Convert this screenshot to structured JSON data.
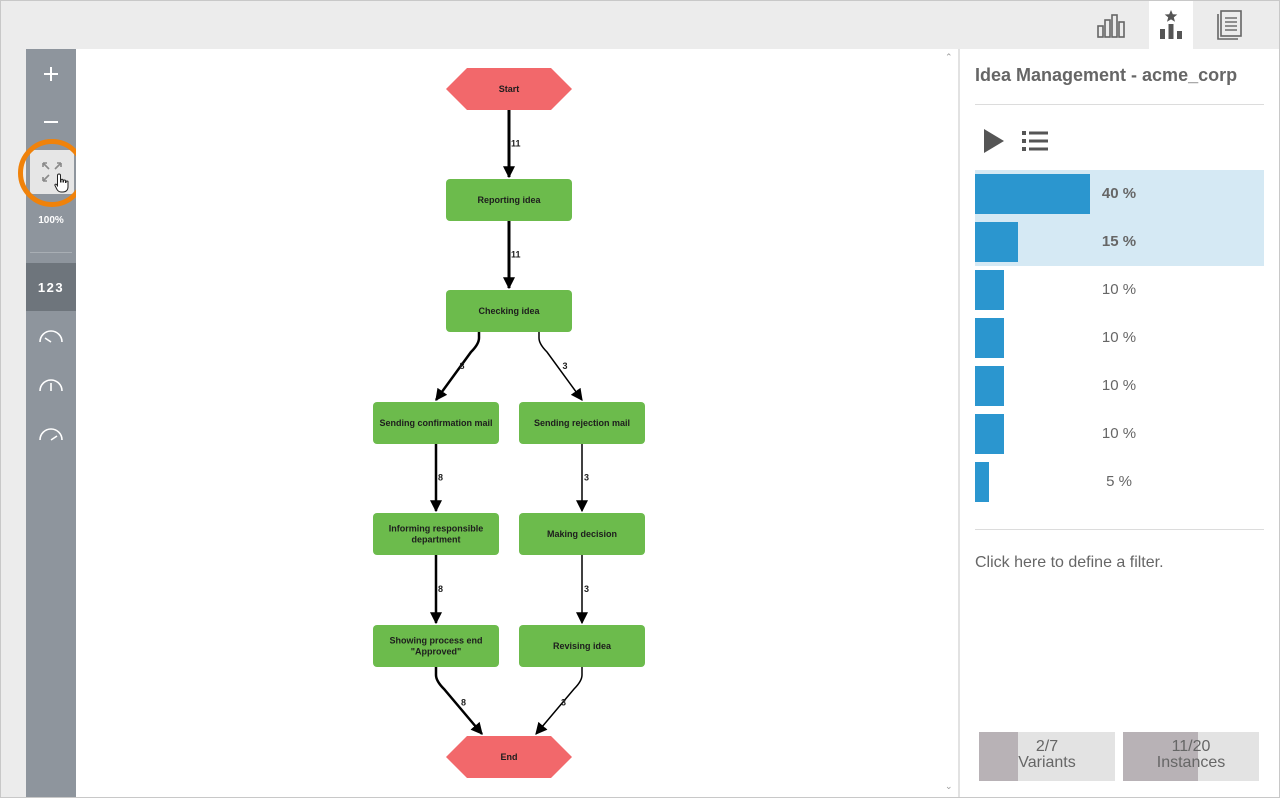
{
  "top_tabs": [
    {
      "icon": "bar-chart-icon",
      "active": false
    },
    {
      "icon": "starred-bar-chart-icon",
      "active": true
    },
    {
      "icon": "document-icon",
      "active": false
    }
  ],
  "toolbar": {
    "zoom_in_icon": "plus-icon",
    "zoom_out_icon": "minus-icon",
    "fit_icon": "fit-to-screen-icon",
    "zoom_level": "100%",
    "numbers_label": "123",
    "speed_icons": [
      "speedometer-low-icon",
      "speedometer-mid-icon",
      "speedometer-high-icon"
    ]
  },
  "process_map": {
    "nodes": [
      {
        "id": "start",
        "shape": "hexagon",
        "lines": [
          "Start"
        ],
        "color": "#f2686b"
      },
      {
        "id": "reporting",
        "shape": "box",
        "lines": [
          "Reporting idea"
        ],
        "color": "#6cbb4c"
      },
      {
        "id": "checking",
        "shape": "box",
        "lines": [
          "Checking idea"
        ],
        "color": "#6cbb4c"
      },
      {
        "id": "confirm",
        "shape": "box",
        "lines": [
          "Sending confirmation mail"
        ],
        "color": "#6cbb4c"
      },
      {
        "id": "reject",
        "shape": "box",
        "lines": [
          "Sending rejection mail"
        ],
        "color": "#6cbb4c"
      },
      {
        "id": "inform",
        "shape": "box",
        "lines": [
          "Informing responsible",
          "department"
        ],
        "color": "#6cbb4c"
      },
      {
        "id": "decision",
        "shape": "box",
        "lines": [
          "Making decision"
        ],
        "color": "#6cbb4c"
      },
      {
        "id": "showend",
        "shape": "box",
        "lines": [
          "Showing process end",
          "\"Approved\""
        ],
        "color": "#6cbb4c"
      },
      {
        "id": "revising",
        "shape": "box",
        "lines": [
          "Revising idea"
        ],
        "color": "#6cbb4c"
      },
      {
        "id": "end",
        "shape": "hexagon",
        "lines": [
          "End"
        ],
        "color": "#f2686b"
      }
    ],
    "edges": [
      {
        "from": "start",
        "to": "reporting",
        "label": "11"
      },
      {
        "from": "reporting",
        "to": "checking",
        "label": "11"
      },
      {
        "from": "checking",
        "to": "confirm",
        "label": "8"
      },
      {
        "from": "checking",
        "to": "reject",
        "label": "3"
      },
      {
        "from": "confirm",
        "to": "inform",
        "label": "8"
      },
      {
        "from": "reject",
        "to": "decision",
        "label": "3"
      },
      {
        "from": "inform",
        "to": "showend",
        "label": "8"
      },
      {
        "from": "decision",
        "to": "revising",
        "label": "3"
      },
      {
        "from": "showend",
        "to": "end",
        "label": "8"
      },
      {
        "from": "revising",
        "to": "end",
        "label": "3"
      }
    ]
  },
  "panel": {
    "title": "Idea Management - acme_corp",
    "play_icon": "play-icon",
    "list_icon": "list-icon",
    "variants": [
      {
        "label": "40 %",
        "share": 40,
        "selected": true
      },
      {
        "label": "15 %",
        "share": 15,
        "selected": true
      },
      {
        "label": "10 %",
        "share": 10,
        "selected": false
      },
      {
        "label": "10 %",
        "share": 10,
        "selected": false
      },
      {
        "label": "10 %",
        "share": 10,
        "selected": false
      },
      {
        "label": "10 %",
        "share": 10,
        "selected": false
      },
      {
        "label": "5 %",
        "share": 5,
        "selected": false
      }
    ],
    "filter_text": "Click here to define a filter.",
    "variants_stat": {
      "value": "2/7",
      "label": "Variants",
      "fraction": 0.286
    },
    "instances_stat": {
      "value": "11/20",
      "label": "Instances",
      "fraction": 0.55
    }
  },
  "colors": {
    "toolbar": "#8e959d",
    "accent_blue": "#2b96cf",
    "selected_row": "#d5e9f4",
    "highlight_ring": "#f0820a",
    "node_green": "#6cbb4c",
    "node_red": "#f2686b"
  }
}
